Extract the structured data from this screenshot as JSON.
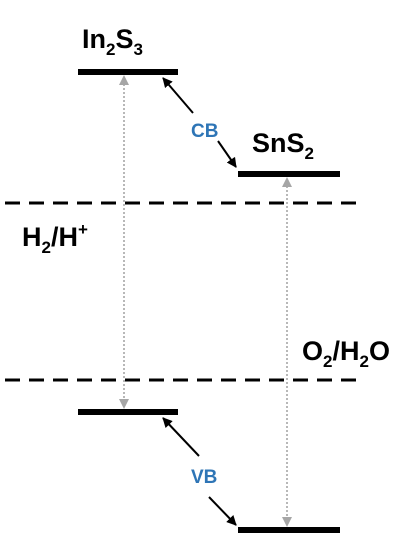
{
  "materials": {
    "in2s3": {
      "base": "In",
      "sub1": "2",
      "mid": "S",
      "sub2": "3"
    },
    "sns2": {
      "base": "SnS",
      "sub1": "2"
    }
  },
  "band_labels": {
    "cb": "CB",
    "vb": "VB",
    "color": "#2e75b6"
  },
  "redox_levels": {
    "h2": {
      "base": "H",
      "sub": "2",
      "slash": "/H",
      "sup": "+"
    },
    "o2": {
      "base": "O",
      "sub1": "2",
      "slash": "/H",
      "sub2": "2",
      "tail": "O"
    }
  },
  "colors": {
    "band_line": "#000000",
    "gap_arrow": "#a6a6a6",
    "text": "#000000"
  }
}
